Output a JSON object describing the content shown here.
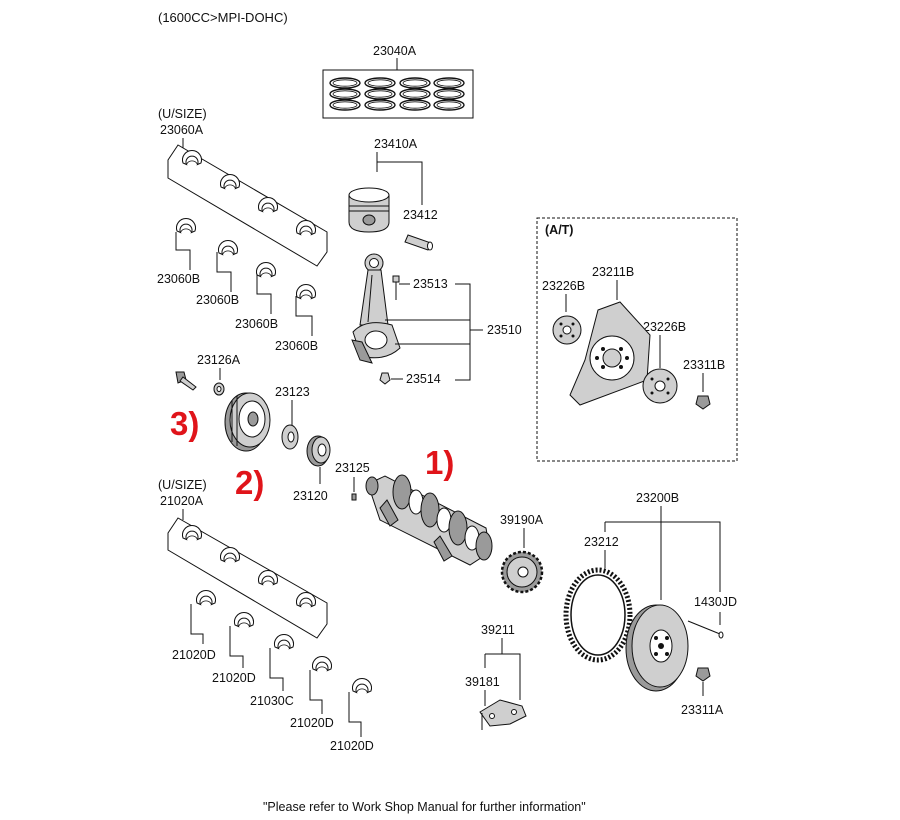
{
  "header": "(1600CC>MPI-DOHC)",
  "footer": "\"Please refer to Work Shop Manual for further information\"",
  "colors": {
    "ink": "#111111",
    "callout": "#e0141a",
    "part_fill": "#cfcfcf",
    "part_dark": "#9a9a9a",
    "background": "#ffffff"
  },
  "part_labels": {
    "p23040A": "23040A",
    "undersize_upper": "(U/SIZE)",
    "p23060A": "23060A",
    "p23060B_1": "23060B",
    "p23060B_2": "23060B",
    "p23060B_3": "23060B",
    "p23060B_4": "23060B",
    "p23410A": "23410A",
    "p23412": "23412",
    "at_label": "(A/T)",
    "p23211B": "23211B",
    "p23226B_1": "23226B",
    "p23226B_2": "23226B",
    "p23311B": "23311B",
    "p23513": "23513",
    "p23510": "23510",
    "p23514": "23514",
    "p23126A": "23126A",
    "p23123": "23123",
    "p23125": "23125",
    "p23120": "23120",
    "undersize_lower": "(U/SIZE)",
    "p21020A": "21020A",
    "p39190A": "39190A",
    "p23200B": "23200B",
    "p23212": "23212",
    "p1430JD": "1430JD",
    "p21020D_1": "21020D",
    "p21020D_2": "21020D",
    "p21030C": "21030C",
    "p21020D_3": "21020D",
    "p21020D_4": "21020D",
    "p39211": "39211",
    "p39181": "39181",
    "p23311A": "23311A"
  },
  "callouts": {
    "crankshaft": "1)",
    "pulley": "2)",
    "bolt": "3)"
  }
}
